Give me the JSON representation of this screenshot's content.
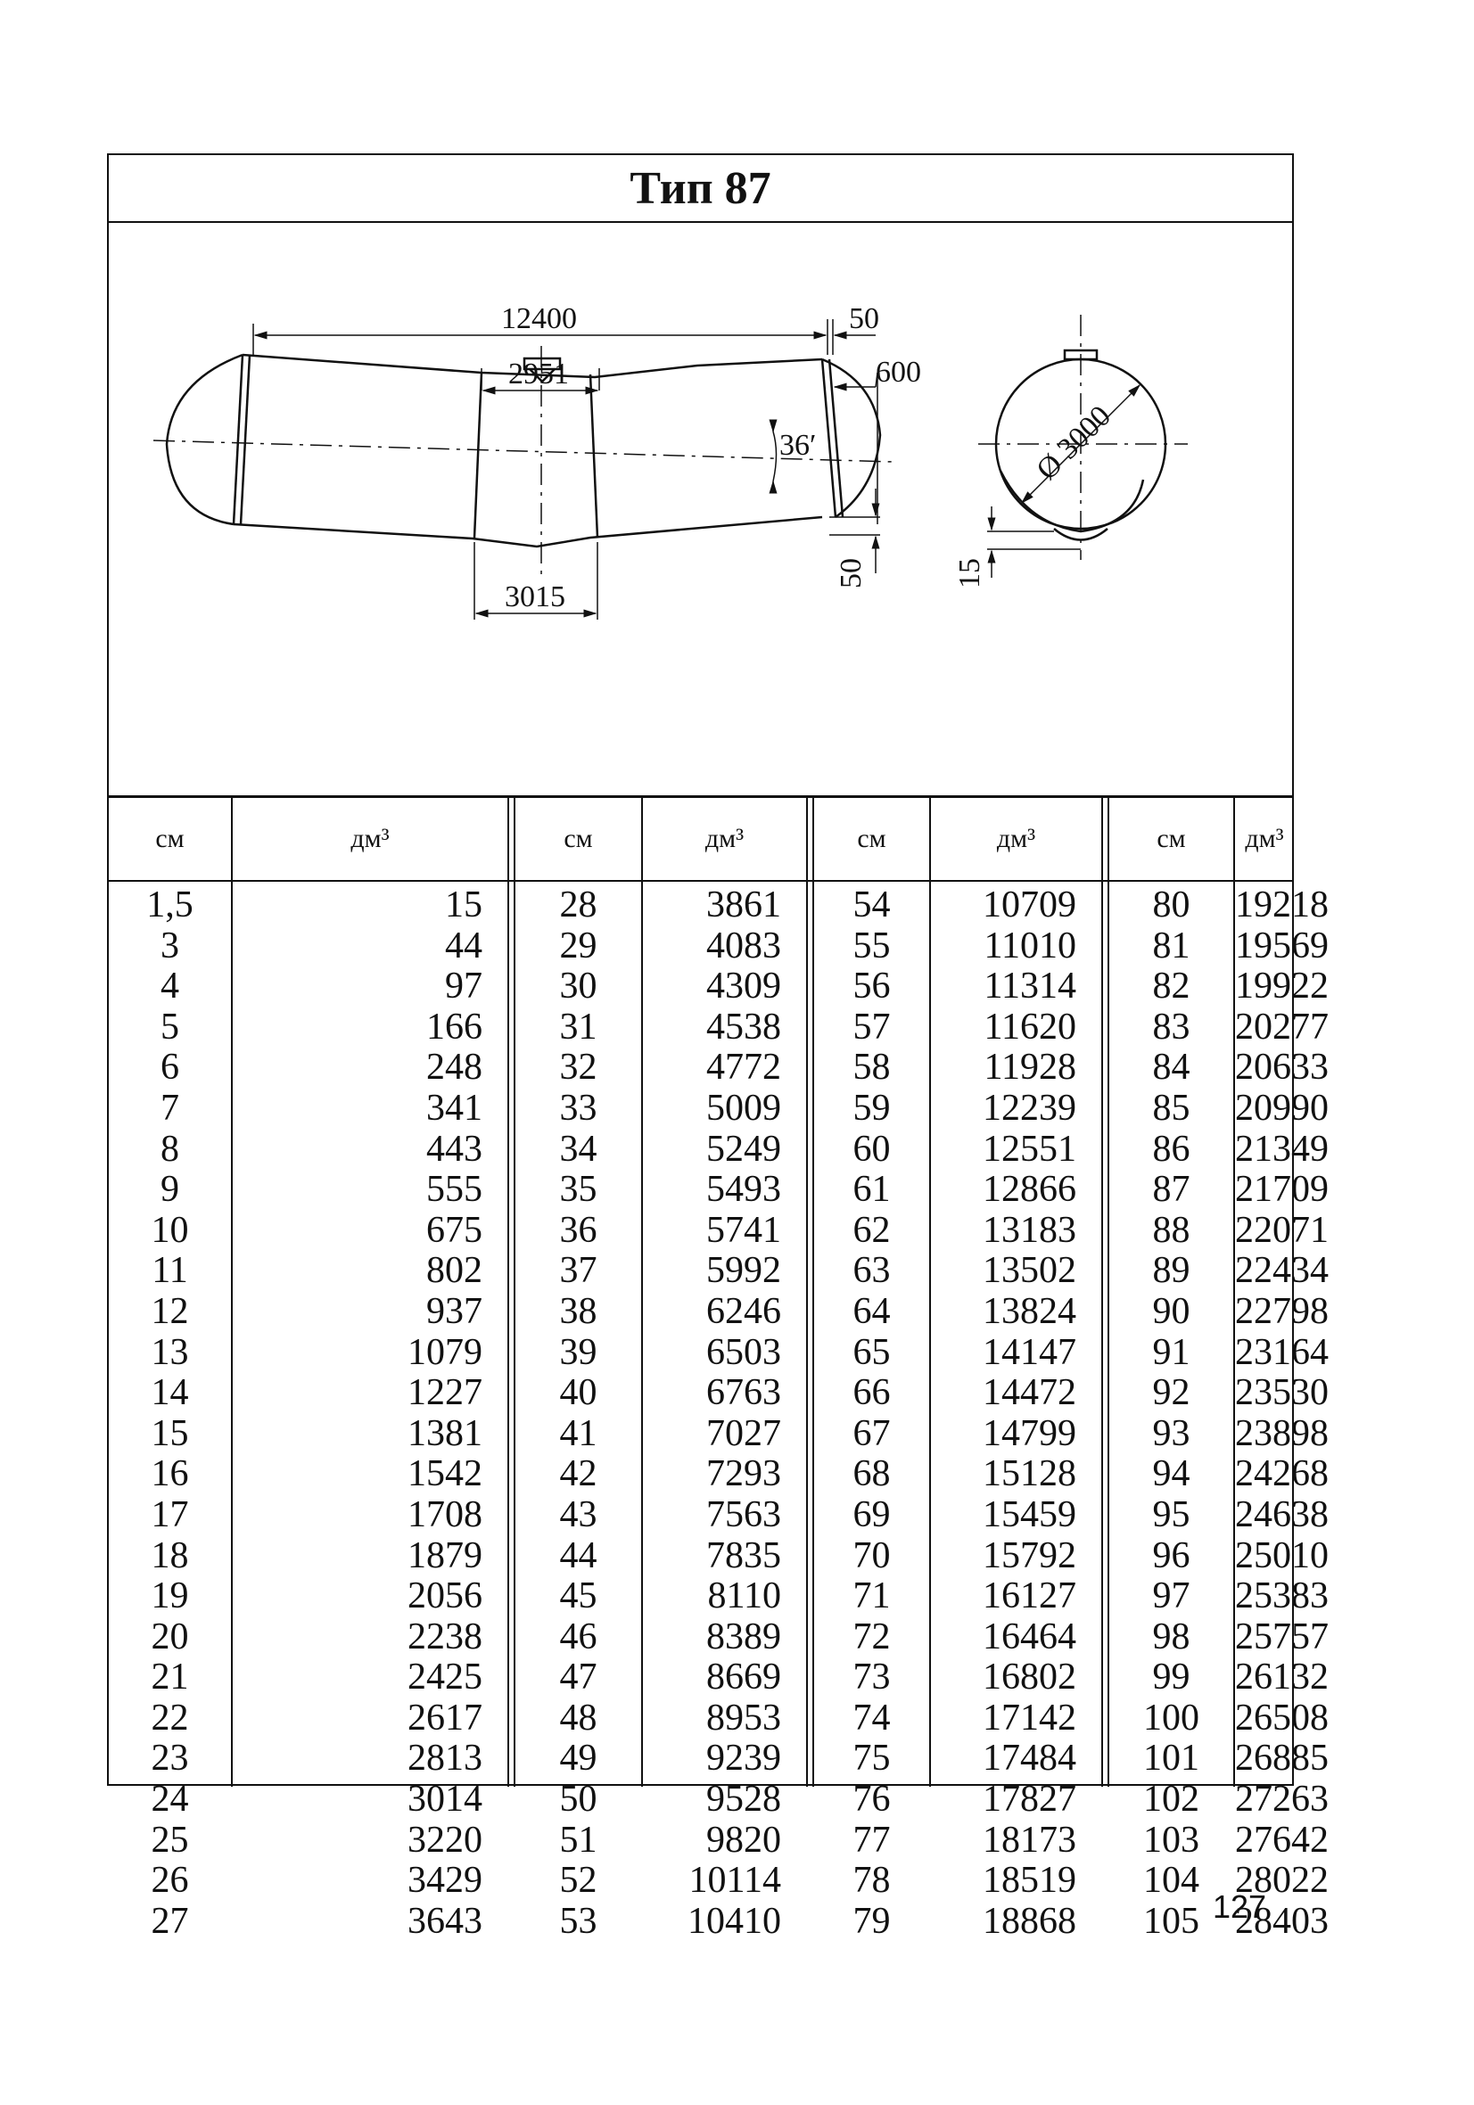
{
  "title": "Тип 87",
  "drawing": {
    "dim_total_length": "12400",
    "dim_top_section": "2951",
    "dim_bottom_section": "3015",
    "dim_end_offset": "50",
    "dim_head_depth": "600",
    "dim_angle": "36′",
    "dim_side_rise": "50",
    "dim_diameter": "Ø 3000",
    "dim_support_height": "15"
  },
  "table": {
    "headers": [
      "см",
      "дм³",
      "см",
      "дм³",
      "см",
      "дм³",
      "см",
      "дм³"
    ],
    "columns": [
      [
        "1,5",
        "3",
        "4",
        "5",
        "6",
        "7",
        "8",
        "9",
        "10",
        "11",
        "12",
        "13",
        "14",
        "15",
        "16",
        "17",
        "18",
        "19",
        "20",
        "21",
        "22",
        "23",
        "24",
        "25",
        "26",
        "27"
      ],
      [
        "15",
        "44",
        "97",
        "166",
        "248",
        "341",
        "443",
        "555",
        "675",
        "802",
        "937",
        "1079",
        "1227",
        "1381",
        "1542",
        "1708",
        "1879",
        "2056",
        "2238",
        "2425",
        "2617",
        "2813",
        "3014",
        "3220",
        "3429",
        "3643"
      ],
      [
        "28",
        "29",
        "30",
        "31",
        "32",
        "33",
        "34",
        "35",
        "36",
        "37",
        "38",
        "39",
        "40",
        "41",
        "42",
        "43",
        "44",
        "45",
        "46",
        "47",
        "48",
        "49",
        "50",
        "51",
        "52",
        "53"
      ],
      [
        "3861",
        "4083",
        "4309",
        "4538",
        "4772",
        "5009",
        "5249",
        "5493",
        "5741",
        "5992",
        "6246",
        "6503",
        "6763",
        "7027",
        "7293",
        "7563",
        "7835",
        "8110",
        "8389",
        "8669",
        "8953",
        "9239",
        "9528",
        "9820",
        "10114",
        "10410"
      ],
      [
        "54",
        "55",
        "56",
        "57",
        "58",
        "59",
        "60",
        "61",
        "62",
        "63",
        "64",
        "65",
        "66",
        "67",
        "68",
        "69",
        "70",
        "71",
        "72",
        "73",
        "74",
        "75",
        "76",
        "77",
        "78",
        "79"
      ],
      [
        "10709",
        "11010",
        "11314",
        "11620",
        "11928",
        "12239",
        "12551",
        "12866",
        "13183",
        "13502",
        "13824",
        "14147",
        "14472",
        "14799",
        "15128",
        "15459",
        "15792",
        "16127",
        "16464",
        "16802",
        "17142",
        "17484",
        "17827",
        "18173",
        "18519",
        "18868"
      ],
      [
        "80",
        "81",
        "82",
        "83",
        "84",
        "85",
        "86",
        "87",
        "88",
        "89",
        "90",
        "91",
        "92",
        "93",
        "94",
        "95",
        "96",
        "97",
        "98",
        "99",
        "100",
        "101",
        "102",
        "103",
        "104",
        "105"
      ],
      [
        "19218",
        "19569",
        "19922",
        "20277",
        "20633",
        "20990",
        "21349",
        "21709",
        "22071",
        "22434",
        "22798",
        "23164",
        "23530",
        "23898",
        "24268",
        "24638",
        "25010",
        "25383",
        "25757",
        "26132",
        "26508",
        "26885",
        "27263",
        "27642",
        "28022",
        "28403"
      ]
    ]
  },
  "page_number": "127"
}
